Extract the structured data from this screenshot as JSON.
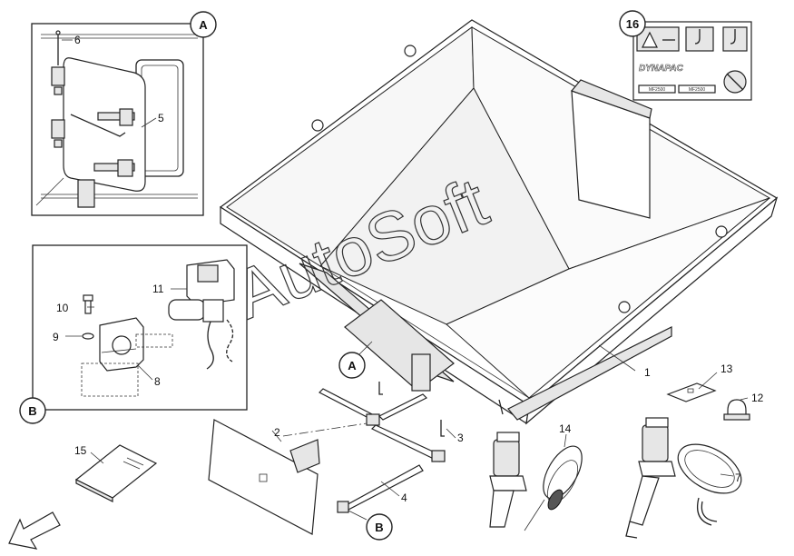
{
  "watermark": "AutoSoft",
  "callouts": {
    "detail_a": "A",
    "detail_b": "B",
    "ref_a": "A",
    "ref_b": "B",
    "decals": "16"
  },
  "part_labels": {
    "p1": "1",
    "p2": "2",
    "p3": "3",
    "p4": "4",
    "p5": "5",
    "p6": "6",
    "p7": "7",
    "p8": "8",
    "p9": "9",
    "p10": "10",
    "p11": "11",
    "p12": "12",
    "p13": "13",
    "p14": "14",
    "p15": "15"
  },
  "decal_texts": {
    "brand": "DYNAPAC",
    "model_left": "MF2500",
    "model_right": "MF2500"
  },
  "icons": [
    "warning-triangle-icon",
    "lift-hook-icon",
    "no-hand-icon",
    "direction-arrow-icon"
  ]
}
